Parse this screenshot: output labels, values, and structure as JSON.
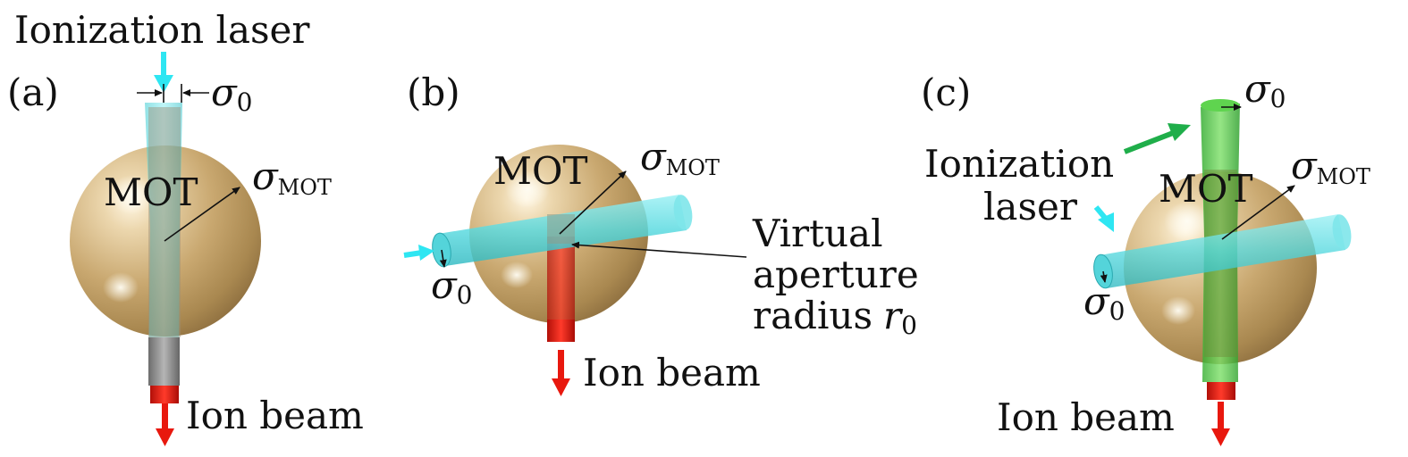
{
  "panels": [
    {
      "id": "a",
      "label": "(a)",
      "ionization_laser": "Ionization laser",
      "sigma_0": {
        "symbol": "σ",
        "sub": "0"
      },
      "mot": "MOT",
      "sigma_mot": {
        "symbol": "σ",
        "sub": "MOT"
      },
      "ion_beam": "Ion beam"
    },
    {
      "id": "b",
      "label": "(b)",
      "mot": "MOT",
      "sigma_mot": {
        "symbol": "σ",
        "sub": "MOT"
      },
      "sigma_0": {
        "symbol": "σ",
        "sub": "0"
      },
      "virtual_aperture": [
        "Virtual",
        "aperture",
        "radius"
      ],
      "r0": {
        "symbol": "r",
        "sub": "0"
      },
      "ion_beam": "Ion beam"
    },
    {
      "id": "c",
      "label": "(c)",
      "sigma_0_top": {
        "symbol": "σ",
        "sub": "0"
      },
      "ionization_laser": [
        "Ionization",
        "laser"
      ],
      "mot": "MOT",
      "sigma_mot": {
        "symbol": "σ",
        "sub": "MOT"
      },
      "sigma_0_left": {
        "symbol": "σ",
        "sub": "0"
      },
      "ion_beam": "Ion beam"
    }
  ],
  "colors": {
    "mot_sphere": "#c9a870",
    "laser_cyan": "#4fd8de",
    "laser_green": "#3ec43a",
    "ion_red": "#e8180e",
    "arrow_cyan": "#2ee6f2",
    "arrow_green": "#1fae4a",
    "text": "#111111"
  }
}
